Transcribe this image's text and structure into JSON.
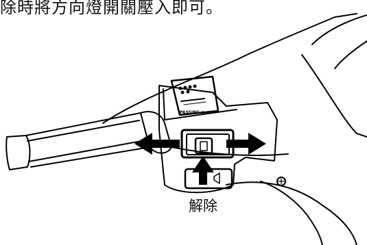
{
  "caption": "除時將方向燈開關壓入即可。",
  "switch_panel": {
    "passing_label": "PASSING"
  },
  "release_label": "解除",
  "icons": [
    "turn-signal-arrow-left-icon",
    "turn-signal-arrow-right-icon",
    "push-arrow-up-icon",
    "horn-icon"
  ]
}
